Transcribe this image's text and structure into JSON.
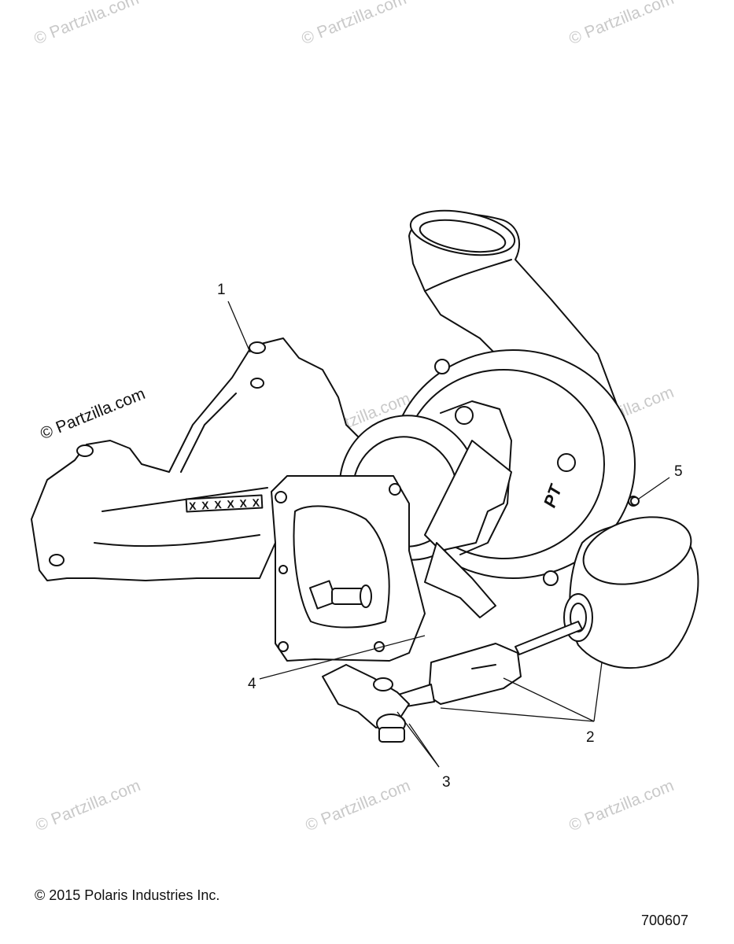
{
  "watermark_text": "© Partzilla.com",
  "callouts": [
    "1",
    "2",
    "3",
    "4",
    "5"
  ],
  "embossed_mark": "XXXXXX",
  "housing_mark": "PT",
  "copyright": "© 2015 Polaris Industries Inc.",
  "figure_number": "700607"
}
